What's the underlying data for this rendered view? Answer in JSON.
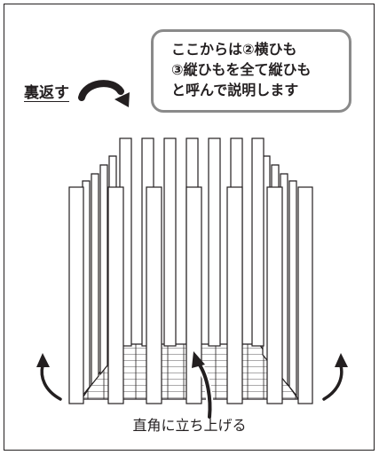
{
  "callout": {
    "lines": [
      "ここからは②横ひも",
      "③縦ひもを全て縦ひも",
      "と呼んで説明します"
    ]
  },
  "flip_label": "裏返す",
  "stand_up_label": "直角に立ち上げる",
  "colors": {
    "line": "#231f20",
    "callout_border": "#8a8a8a",
    "background": "#ffffff"
  },
  "icons": [
    "flip-arrow-icon",
    "curved-arrow-left-icon",
    "curved-arrow-right-icon",
    "curved-arrow-center-icon"
  ]
}
